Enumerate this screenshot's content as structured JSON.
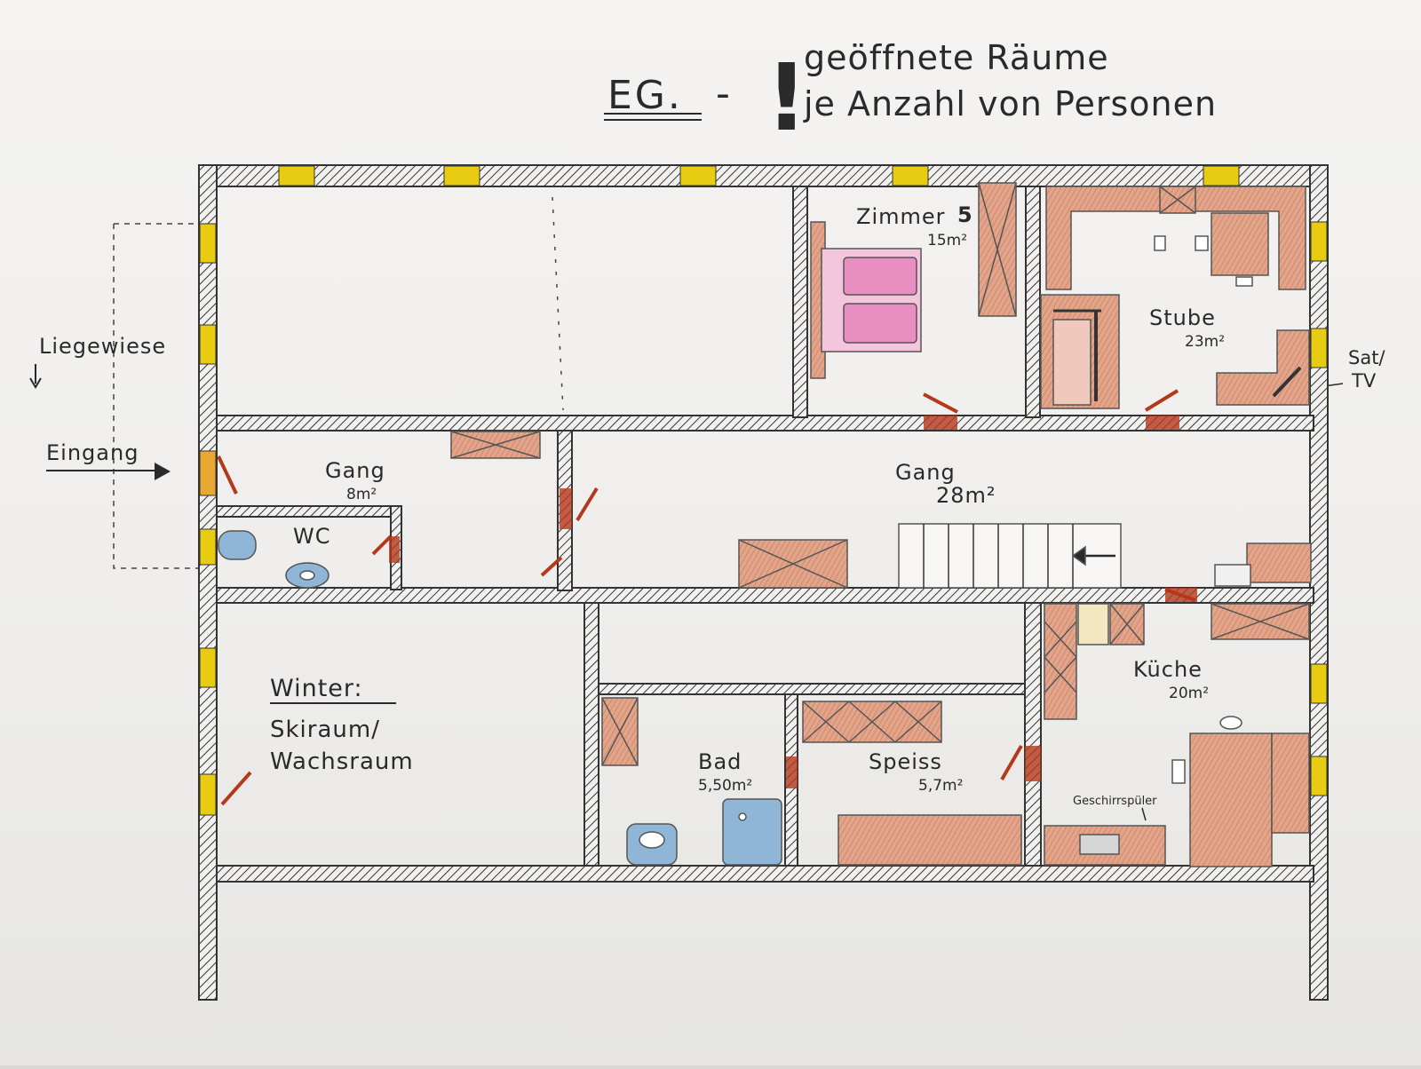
{
  "title": {
    "floor": "EG.",
    "dash": "-",
    "exclaim": "!",
    "line1": "geöffnete Räume",
    "line2": "je Anzahl von Personen"
  },
  "outside": {
    "liegewiese": "Liegewiese",
    "eingang": "Eingang",
    "sat": "Sat/",
    "tv": "TV"
  },
  "rooms": {
    "zimmer": {
      "name": "Zimmer",
      "number": "5",
      "area": "15m²"
    },
    "stube": {
      "name": "Stube",
      "area": "23m²"
    },
    "gang_small": {
      "name": "Gang",
      "area": "8m²"
    },
    "wc": {
      "name": "WC"
    },
    "gang_big": {
      "name": "Gang",
      "area": "28m²"
    },
    "winter": {
      "heading": "Winter:",
      "line1": "Skiraum/",
      "line2": "Wachsraum"
    },
    "bad": {
      "name": "Bad",
      "area": "5,50m²"
    },
    "speiss": {
      "name": "Speiss",
      "area": "5,7m²"
    },
    "kueche": {
      "name": "Küche",
      "area": "20m²"
    },
    "geschirr": "Geschirrspüler"
  },
  "colors": {
    "window": "#e8cc12",
    "furniture": "#d99a7c",
    "bed": "#e88ec0",
    "sanitary": "#8fb6d6",
    "door": "#b4381c",
    "wall": "#3a3a3a"
  }
}
